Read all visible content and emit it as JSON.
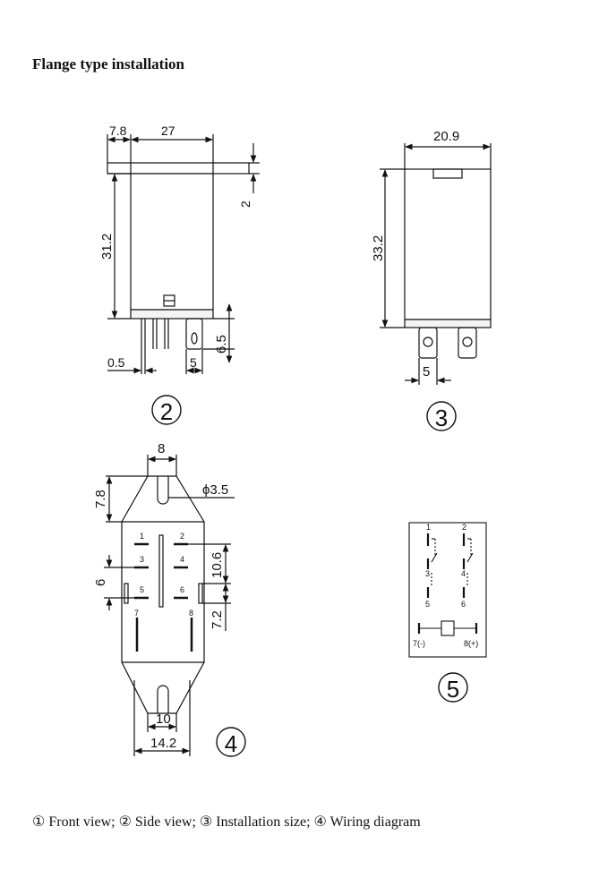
{
  "heading": "Flange type installation",
  "side_view": {
    "dims": {
      "flange": "7.8",
      "width": "27",
      "height": "31.2",
      "flange_thick": "2",
      "pin_len": "6.5",
      "pin_w": "0.5",
      "pin_pitch": "5"
    },
    "label": "2"
  },
  "install_view": {
    "dims": {
      "width": "20.9",
      "height": "33.2",
      "pitch": "5"
    },
    "label": "3"
  },
  "wiring_view": {
    "dims": {
      "top_w": "8",
      "ear_h": "7.8",
      "hole": "ϕ3.5",
      "row_pitch": "6",
      "span_a": "10.6",
      "span_b": "7.2",
      "bottom_w": "10",
      "base_w": "14.2"
    },
    "pins": [
      "1",
      "2",
      "3",
      "4",
      "5",
      "6",
      "7",
      "8"
    ],
    "label": "4"
  },
  "schematic": {
    "pins": [
      "1",
      "2",
      "3",
      "4",
      "5",
      "6"
    ],
    "coil_neg": "7(-)",
    "coil_pos": "8(+)",
    "label": "5"
  },
  "caption": "① Front view; ② Side view; ③ Installation size; ④ Wiring diagram"
}
